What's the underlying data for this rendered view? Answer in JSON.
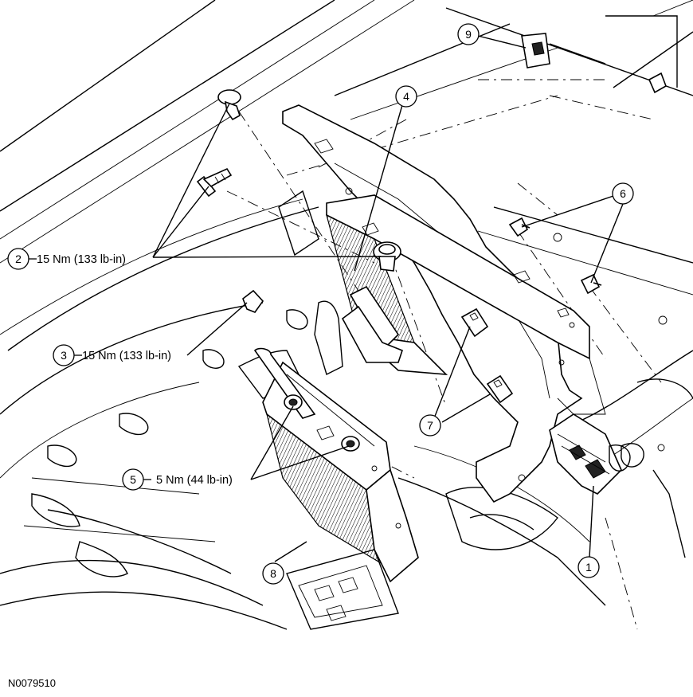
{
  "figure_id": "N0079510",
  "callouts": [
    {
      "num": "1",
      "text": ""
    },
    {
      "num": "2",
      "text": "15 Nm (133 lb-in)"
    },
    {
      "num": "3",
      "text": "15 Nm (133 lb-in)"
    },
    {
      "num": "4",
      "text": ""
    },
    {
      "num": "5",
      "text": "5 Nm (44 lb-in)"
    },
    {
      "num": "6",
      "text": ""
    },
    {
      "num": "7",
      "text": ""
    },
    {
      "num": "8",
      "text": ""
    },
    {
      "num": "9",
      "text": ""
    }
  ]
}
